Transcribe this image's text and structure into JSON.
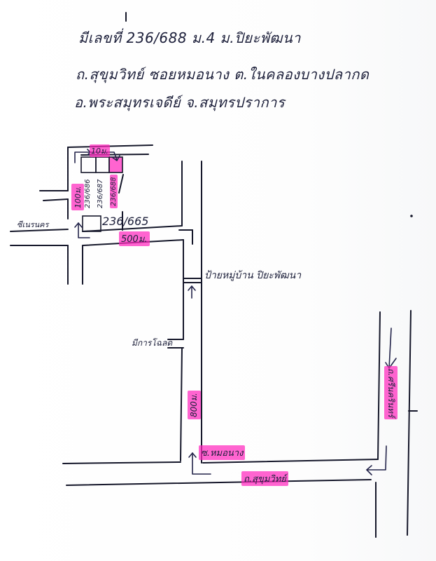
{
  "header": {
    "address_line_1": "มีเลขที่ 236/688 ม.4 ม.ปิยะพัฒนา",
    "address_line_2": "ถ.สุขุมวิทย์   ซอยหมอนาง   ต.ในคลองบางปลากด",
    "address_line_3": "อ.พระสมุทรเจดีย์   จ.สมุทรปราการ"
  },
  "map": {
    "colors": {
      "ink": "#15172a",
      "highlight": "#ff28be"
    },
    "labels": {
      "width_10m": "10ม.",
      "plot_686": "236/686",
      "plot_687": "236/687",
      "plot_688": "236/688",
      "plot_665": "236/665",
      "depth_100m": "100ม.",
      "road_left": "ซีเนรนคร",
      "dist_500m": "500ม.",
      "village_gate": "ป้ายหมู่บ้าน ปิยะพัฒนา",
      "left_branch": "มีการโฉลด",
      "dist_800m": "800ม.",
      "soi_label": "ซ.หมอนาง",
      "main_road": "ถ.สุขุมวิทย์",
      "right_road": "ถ.ศรีนครินทร์"
    },
    "icons": {
      "direction_arrow": "arrow-icon",
      "target_plot": "highlighted-plot"
    }
  }
}
